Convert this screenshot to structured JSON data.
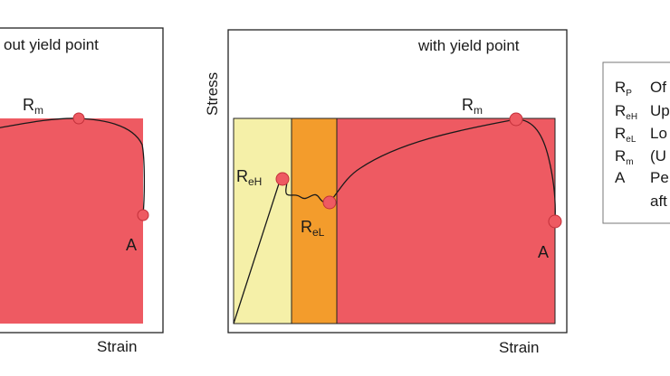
{
  "left_panel": {
    "title": "out yield point",
    "x_label": "Strain",
    "label_rm": "R",
    "label_rm_sub": "m",
    "label_a": "A"
  },
  "right_panel": {
    "title": "with yield point",
    "y_label": "Stress",
    "x_label": "Strain",
    "label_reh": "R",
    "label_reh_sub": "eH",
    "label_rel": "R",
    "label_rel_sub": "eL",
    "label_rm": "R",
    "label_rm_sub": "m",
    "label_a": "A"
  },
  "legend": {
    "items": [
      {
        "symbol": "R",
        "sub": "P",
        "text": "Of"
      },
      {
        "symbol": "R",
        "sub": "eH",
        "text": "Up"
      },
      {
        "symbol": "R",
        "sub": "eL",
        "text": "Lo"
      },
      {
        "symbol": "R",
        "sub": "m",
        "text": "(U"
      },
      {
        "symbol": "A",
        "sub": "",
        "text": "Pe"
      },
      {
        "symbol": "",
        "sub": "",
        "text": "aft"
      }
    ]
  },
  "colors": {
    "elastic_region": "#f5f0a8",
    "yield_region": "#f39c2c",
    "plastic_region": "#ee5a62",
    "marker": "#ee5a62"
  }
}
